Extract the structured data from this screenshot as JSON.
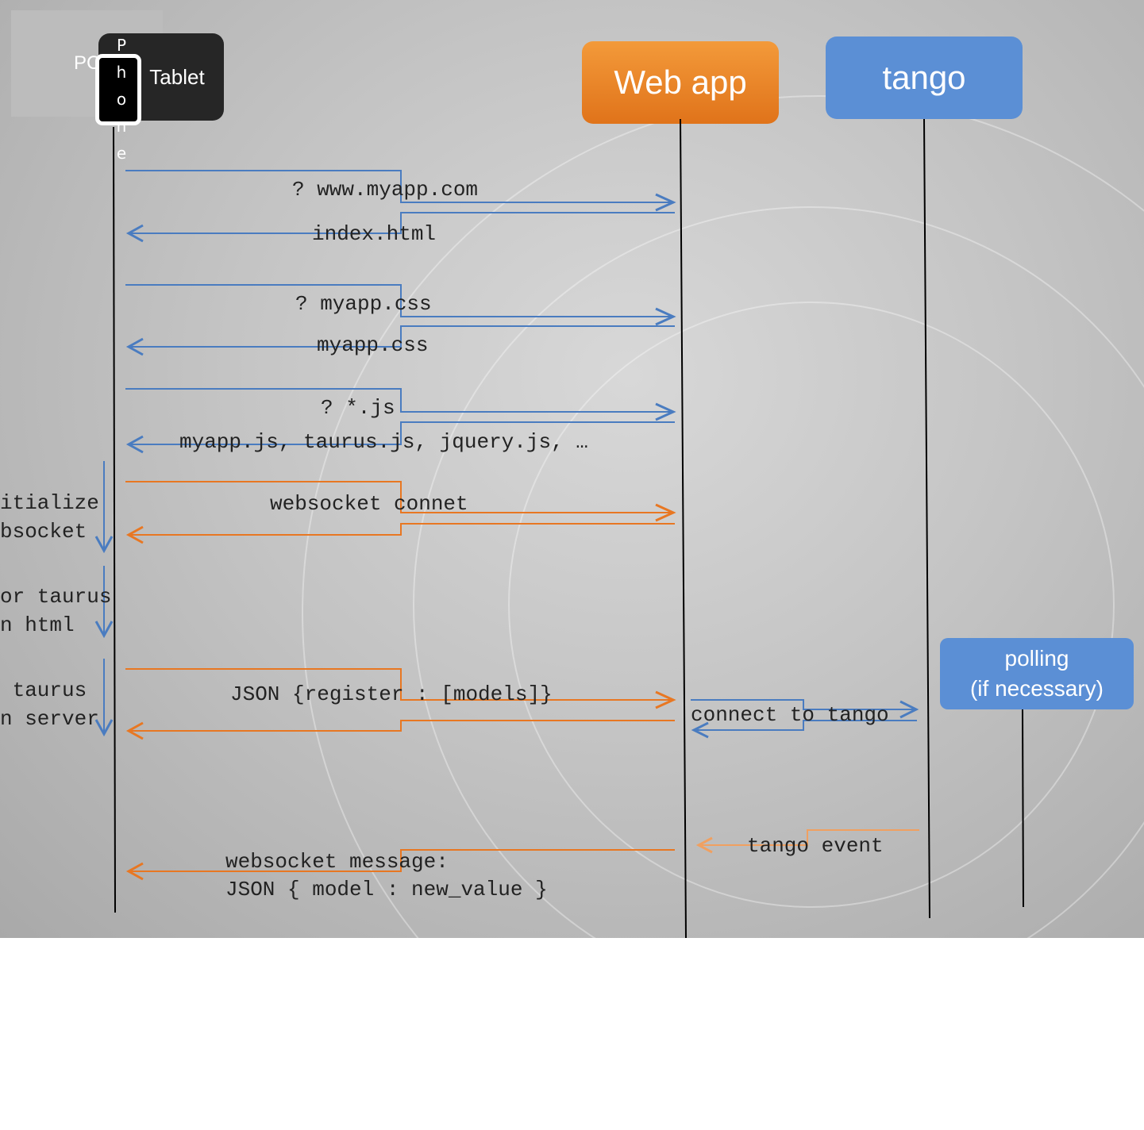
{
  "actors": {
    "pc": "PC",
    "tablet": "Tablet",
    "phone": "Phone",
    "webapp": "Web app",
    "tango": "tango"
  },
  "polling": {
    "line1": "polling",
    "line2": "(if necessary)"
  },
  "messages": {
    "req_site": "? www.myapp.com",
    "resp_index": "index.html",
    "req_css": "? myapp.css",
    "resp_css": "myapp.css",
    "req_js": "? *.js",
    "resp_js": "myapp.js, taurus.js, jquery.js, …",
    "ws_connect": "websocket connet",
    "register": "JSON {register : [models]}",
    "connect_tango": "connect to tango",
    "tango_event": "tango event",
    "ws_message_1": "websocket message:",
    "ws_message_2": "JSON { model : new_value }"
  },
  "side_notes": {
    "initialize_1": "itialize",
    "initialize_2": "bsocket",
    "search_1": "or taurus",
    "search_2": "n html",
    "register_1": " taurus",
    "register_2": "n server"
  },
  "colors": {
    "blue": "#4a7cc0",
    "orange": "#e87722",
    "line": "#000000"
  }
}
